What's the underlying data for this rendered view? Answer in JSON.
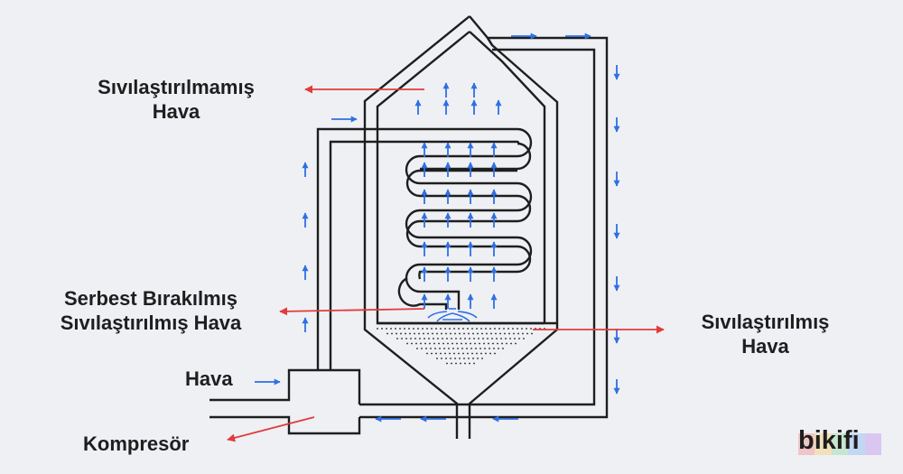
{
  "labels": {
    "unliquefied_air": [
      "Sıvılaştırılmamış",
      "Hava"
    ],
    "released_liquefied_air": [
      "Serbest Bırakılmış",
      "Sıvılaştırılmış Hava"
    ],
    "liquefied_air": [
      "Sıvılaştırılmış",
      "Hava"
    ],
    "air": "Hava",
    "compressor": "Kompresör"
  },
  "brand": {
    "logo_text": "bikifi",
    "stripe_colors": [
      "#f4a3a3",
      "#f6d38a",
      "#a8dcb0",
      "#9dc3f0",
      "#c9a6ee"
    ]
  },
  "colors": {
    "background": "#eef0f4",
    "line": "#1e1e1e",
    "flow_arrow": "#2f6fe4",
    "label_arrow": "#e23b3b"
  }
}
